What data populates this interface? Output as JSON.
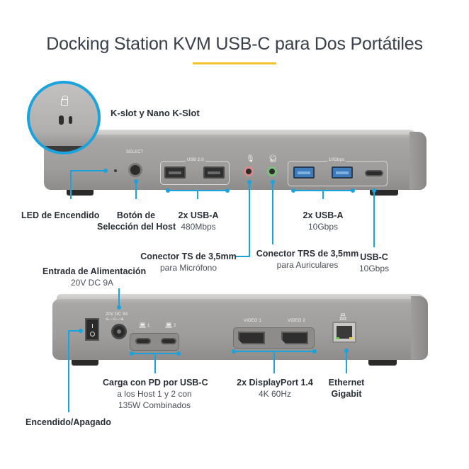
{
  "title": "Docking Station KVM USB-C para Dos Portátiles",
  "colors": {
    "accent_rule": "#f4c430",
    "leader_line": "#1aa3dd",
    "device_body": "#a3a19f",
    "text": "#2a2f36"
  },
  "front_panel": {
    "silkscreen": {
      "select": "SELECT",
      "usb2": "USB 2.0",
      "tenGbps": "10Gbps"
    },
    "icons": [
      "lock-icon",
      "microphone-icon",
      "headphones-icon"
    ],
    "callouts": {
      "kslot": "K-slot y Nano K-Slot",
      "led": "LED de Encendido",
      "select_button": {
        "line1": "Botón de",
        "line2": "Selección del Host"
      },
      "usb_a_480": {
        "title": "2x USB-A",
        "sub": "480Mbps"
      },
      "ts_jack": {
        "title": "Conector TS de 3,5mm",
        "sub": "para Micrófono"
      },
      "trs_jack": {
        "title": "Conector TRS de 3,5mm",
        "sub": "para Auriculares"
      },
      "usb_a_10g": {
        "title": "2x USB-A",
        "sub": "10Gbps"
      },
      "usb_c": {
        "title": "USB-C",
        "sub": "10Gbps"
      }
    }
  },
  "rear_panel": {
    "silkscreen": {
      "dc": "20V DC 9A",
      "dc_polarity": "⊖—⊙—⊕",
      "host1": "1",
      "host2": "2",
      "video1": "VIDEO 1",
      "video2": "VIDEO 2",
      "rocker_on": "I",
      "rocker_off": "O"
    },
    "icons": [
      "laptop-icon",
      "network-icon"
    ],
    "callouts": {
      "power_input": {
        "title": "Entrada de Alimentación",
        "sub": "20V DC 9A"
      },
      "pd_charging": {
        "title": "Carga con PD por USB-C",
        "sub1": "a los Host 1 y 2 con",
        "sub2": "135W Combinados"
      },
      "displayport": {
        "title": "2x DisplayPort 1.4",
        "sub": "4K 60Hz"
      },
      "ethernet": {
        "line1": "Ethernet",
        "line2": "Gigabit"
      },
      "power_switch": "Encendido/Apagado"
    }
  }
}
